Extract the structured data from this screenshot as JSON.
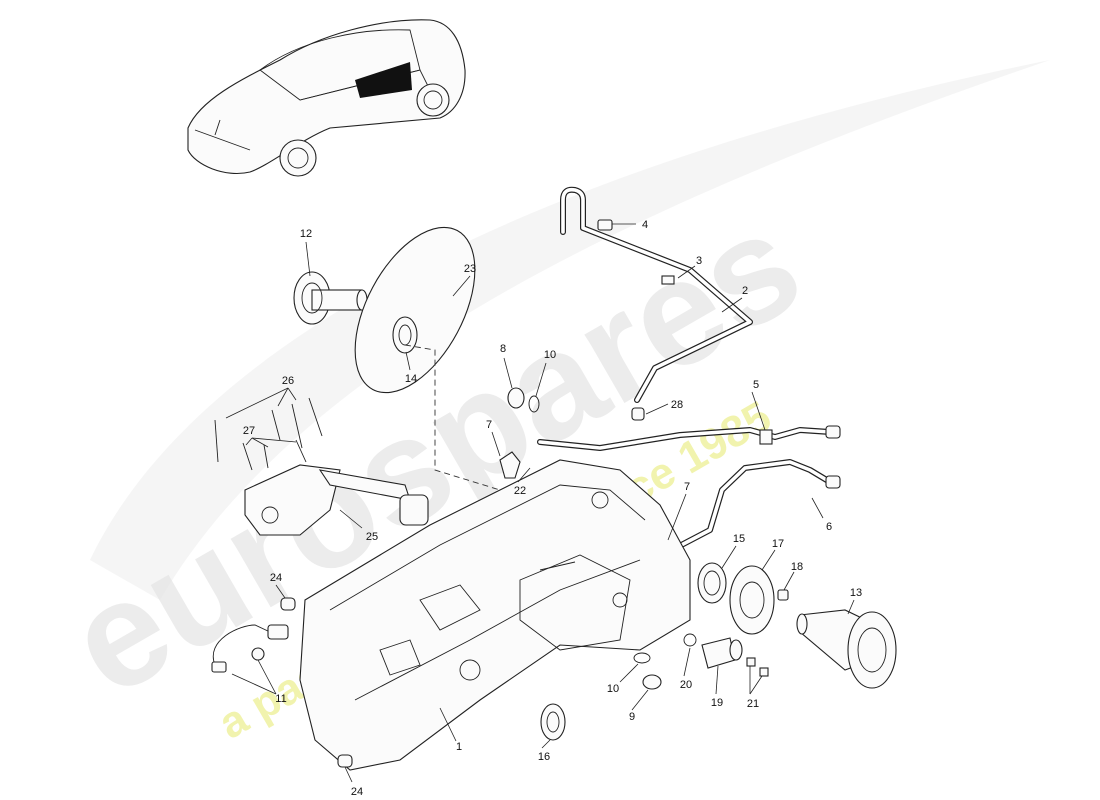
{
  "watermark": {
    "brand": "eurospares",
    "tagline": "a passion for parts since 1985"
  },
  "callouts": [
    "1",
    "2",
    "3",
    "4",
    "5",
    "6",
    "7",
    "7",
    "8",
    "9",
    "10",
    "10",
    "11",
    "12",
    "13",
    "14",
    "15",
    "16",
    "17",
    "18",
    "19",
    "20",
    "21",
    "22",
    "23",
    "24",
    "24",
    "25",
    "26",
    "27",
    "28"
  ]
}
